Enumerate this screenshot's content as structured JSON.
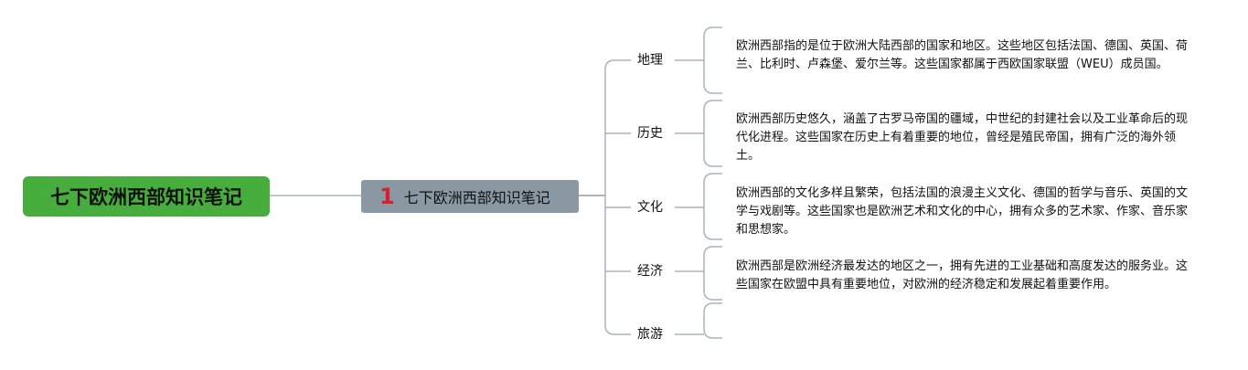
{
  "root": {
    "label": "七下欧洲西部知识笔记"
  },
  "subtopic": {
    "number": "1",
    "label": "七下欧洲西部知识笔记"
  },
  "branches": [
    {
      "label": "地理",
      "note": "欧洲西部指的是位于欧洲大陆西部的国家和地区。这些地区包括法国、德国、英国、荷兰、比利时、卢森堡、爱尔兰等。这些国家都属于西欧国家联盟（WEU）成员国。"
    },
    {
      "label": "历史",
      "note": "欧洲西部历史悠久，涵盖了古罗马帝国的疆域，中世纪的封建社会以及工业革命后的现代化进程。这些国家在历史上有着重要的地位，曾经是殖民帝国，拥有广泛的海外领土。"
    },
    {
      "label": "文化",
      "note": "欧洲西部的文化多样且繁荣，包括法国的浪漫主义文化、德国的哲学与音乐、英国的文学与戏剧等。这些国家也是欧洲艺术和文化的中心，拥有众多的艺术家、作家、音乐家和思想家。"
    },
    {
      "label": "经济",
      "note": "欧洲西部是欧洲经济最发达的地区之一，拥有先进的工业基础和高度发达的服务业。这些国家在欧盟中具有重要地位，对欧洲的经济稳定和发展起着重要作用。"
    },
    {
      "label": "旅游",
      "note": ""
    }
  ],
  "colors": {
    "root_bg": "#47ad3c",
    "sub_bg": "#8a98a4",
    "badge": "#d6202f",
    "line": "#9aa5b1"
  }
}
